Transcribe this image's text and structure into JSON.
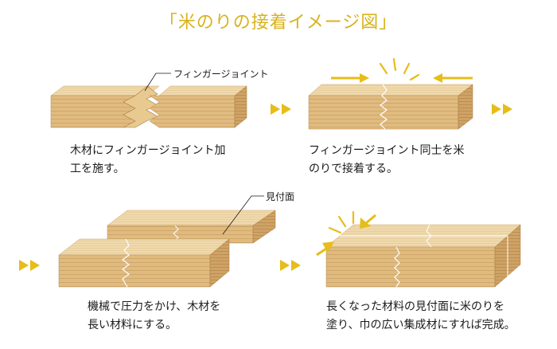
{
  "title": "「米のりの接着イメージ図」",
  "steps": [
    {
      "caption_line1": "木材にフィンガージョイント加",
      "caption_line2": "工を施す。",
      "callout": "フィンガージョイント"
    },
    {
      "caption_line1": "フィンガージョイント同士を米",
      "caption_line2": "のりで接着する。"
    },
    {
      "caption_line1": "機械で圧力をかけ、木材を",
      "caption_line2": "長い材料にする。",
      "callout": "見付面"
    },
    {
      "caption_line1": "長くなった材料の見付面に米のりを",
      "caption_line2": "塗り、巾の広い集成材にすれば完成。"
    }
  ],
  "colors": {
    "title": "#d9b21c",
    "accent": "#e6bd19",
    "wood_top": "#edd6a8",
    "wood_front": "#deb77a",
    "wood_side": "#c99a5a",
    "wood_grain": "#b88b50",
    "line": "#1a1a1a"
  }
}
